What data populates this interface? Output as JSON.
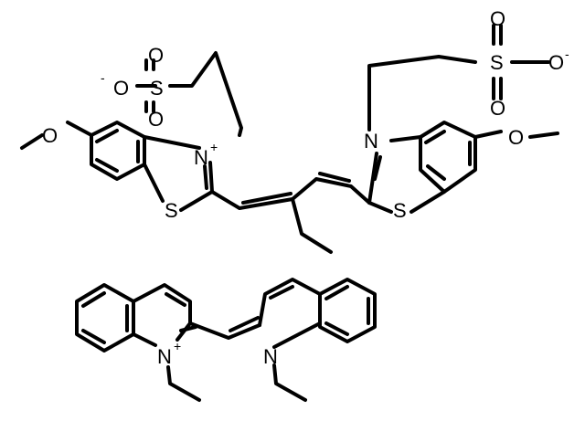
{
  "labels": {
    "o_minus_left": "O",
    "o_minus_left_charge": "-",
    "s_sulfo_left": "S",
    "o_top_left": "O",
    "o_bottom_left": "O",
    "o_methoxy_left": "O",
    "n_plus_left": "N",
    "n_plus_left_charge": "+",
    "s_ring_left": "S",
    "n_right": "N",
    "s_ring_right": "S",
    "o_methoxy_right": "O",
    "s_sulfo_right": "S",
    "o_top_right": "O",
    "o_bottom_right": "O",
    "o_minus_right": "O",
    "o_minus_right_charge": "-",
    "n_plus_quin": "N",
    "n_plus_quin_charge": "+",
    "n_quin": "N"
  }
}
